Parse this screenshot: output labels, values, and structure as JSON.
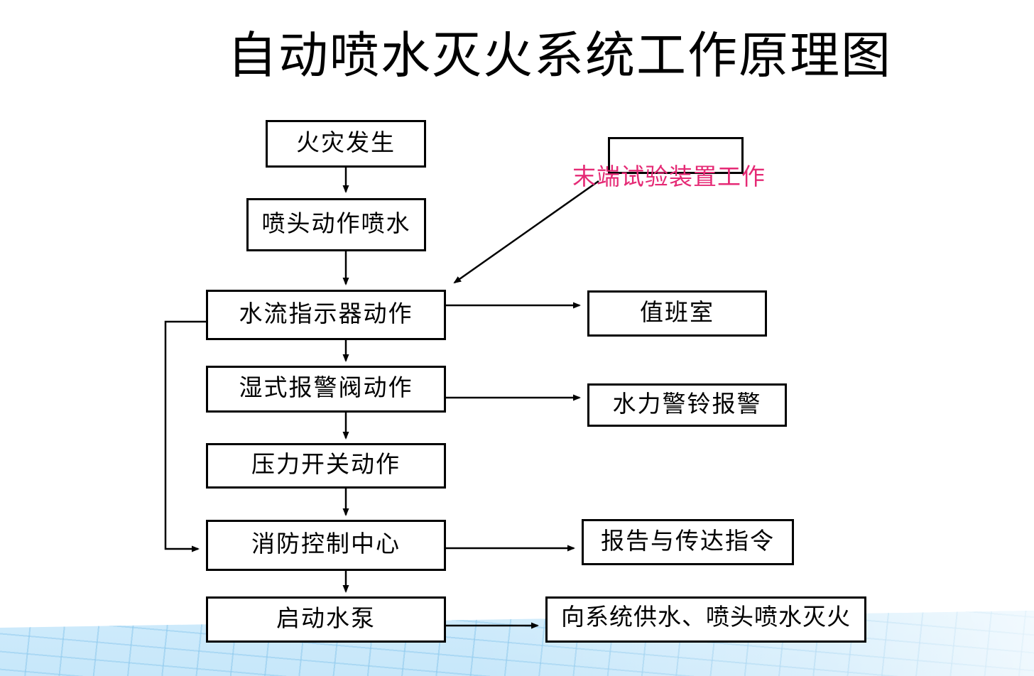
{
  "title": "自动喷水灭火系统工作原理图",
  "nodes": {
    "fire_occurs": "火灾发生",
    "sprinkler_sprays": "喷头动作喷水",
    "flow_indicator": "水流指示器动作",
    "wet_alarm_valve": "湿式报警阀动作",
    "pressure_switch": "压力开关动作",
    "fire_control_center": "消防控制中心",
    "start_pump": "启动水泵",
    "duty_room": "值班室",
    "hydraulic_bell": "水力警铃报警",
    "report_commands": "报告与传达指令",
    "supply_water": "向系统供水、喷头喷水灭火",
    "end_test_device_box": ""
  },
  "annotation": {
    "end_test_device_label": "末端试验装置工作",
    "color": "#e52a75"
  },
  "connections": [
    {
      "from": "火灾发生",
      "to": "喷头动作喷水"
    },
    {
      "from": "喷头动作喷水",
      "to": "水流指示器动作"
    },
    {
      "from": "末端试验装置工作",
      "to": "水流指示器动作"
    },
    {
      "from": "水流指示器动作",
      "to": "值班室"
    },
    {
      "from": "水流指示器动作",
      "to": "湿式报警阀动作"
    },
    {
      "from": "水流指示器动作",
      "to": "消防控制中心"
    },
    {
      "from": "湿式报警阀动作",
      "to": "水力警铃报警"
    },
    {
      "from": "湿式报警阀动作",
      "to": "压力开关动作"
    },
    {
      "from": "压力开关动作",
      "to": "消防控制中心"
    },
    {
      "from": "消防控制中心",
      "to": "报告与传达指令"
    },
    {
      "from": "消防控制中心",
      "to": "启动水泵"
    },
    {
      "from": "启动水泵",
      "to": "向系统供水、喷头喷水灭火"
    }
  ],
  "colors": {
    "line_black": "#000000",
    "annotation_pink": "#e52a75",
    "grid_fill_blue": "#cbe9fa",
    "grid_line_blue": "#a9d8f1"
  }
}
